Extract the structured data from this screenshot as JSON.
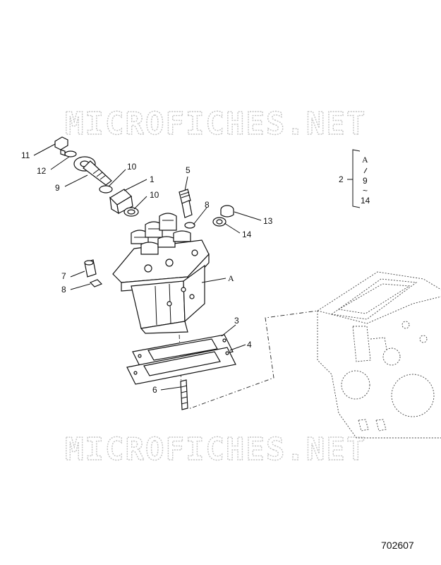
{
  "watermarks": [
    "MICROFICHES.NET",
    "MICROFICHES.NET"
  ],
  "figure_number": "702607",
  "callouts": {
    "c1": "1",
    "c2": "2",
    "c3": "3",
    "c4": "4",
    "c5": "5",
    "c6": "6",
    "c7": "7",
    "c8a": "8",
    "c8b": "8",
    "c9": "9",
    "c10a": "10",
    "c10b": "10",
    "c11": "11",
    "c12": "12",
    "c13": "13",
    "c14": "14"
  },
  "reference_letter": "A",
  "kit_group": {
    "ref": "A",
    "upper": "9",
    "lower": "14",
    "separator": "~"
  }
}
